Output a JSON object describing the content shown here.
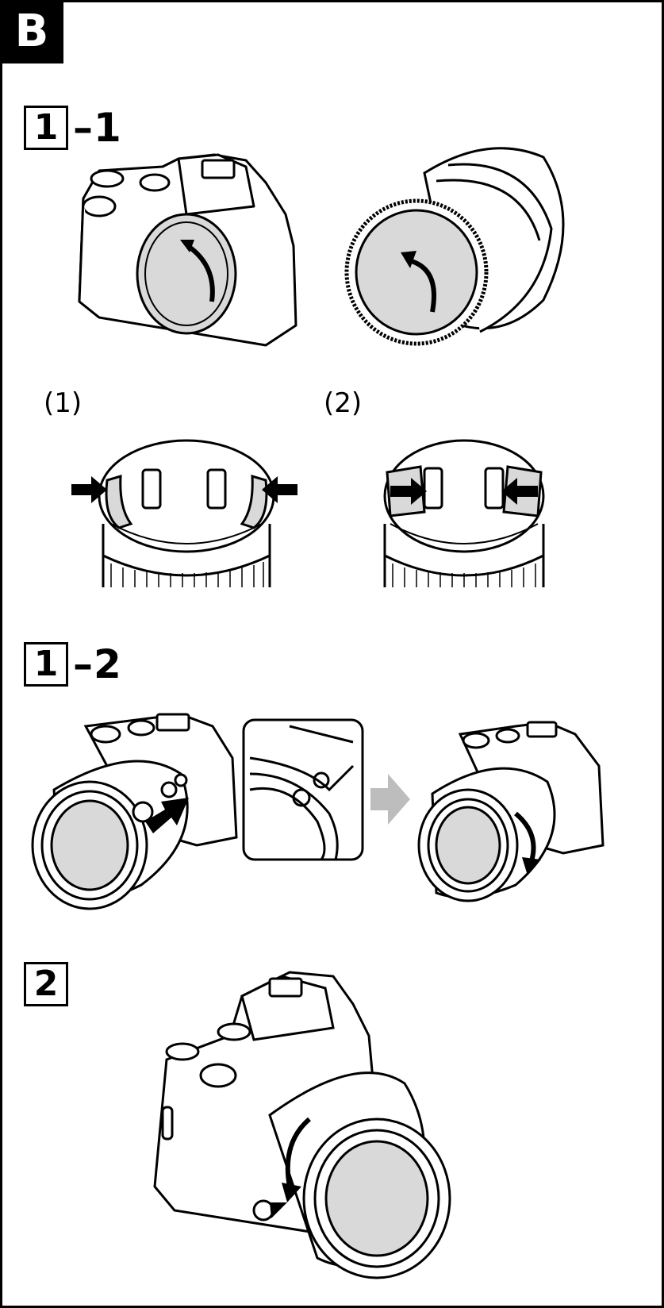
{
  "section": {
    "letter": "B"
  },
  "steps": {
    "s1_1": {
      "number": "1",
      "suffix": "–1"
    },
    "s1_2": {
      "number": "1",
      "suffix": "–2"
    },
    "s2": {
      "number": "2"
    }
  },
  "labels": {
    "one": "(1)",
    "two": "(2)"
  },
  "icons": {
    "body_cap": "camera-body-cap-removal-illustration",
    "rear_cap": "lens-rear-cap-removal-illustration",
    "front_cap_1": "front-lens-cap-pinch-illustration",
    "front_cap_2": "front-lens-cap-pinch-inner-illustration",
    "attach": "lens-mount-align-illustration",
    "attach_detail": "mount-index-detail-illustration",
    "next": "next-arrow-icon",
    "rotate": "lens-rotate-clockwise-illustration",
    "remove": "lens-release-illustration"
  },
  "colors": {
    "line": "#000000",
    "fill_gray": "#d9d9d9",
    "arrow_gray": "#bdbdbd"
  }
}
